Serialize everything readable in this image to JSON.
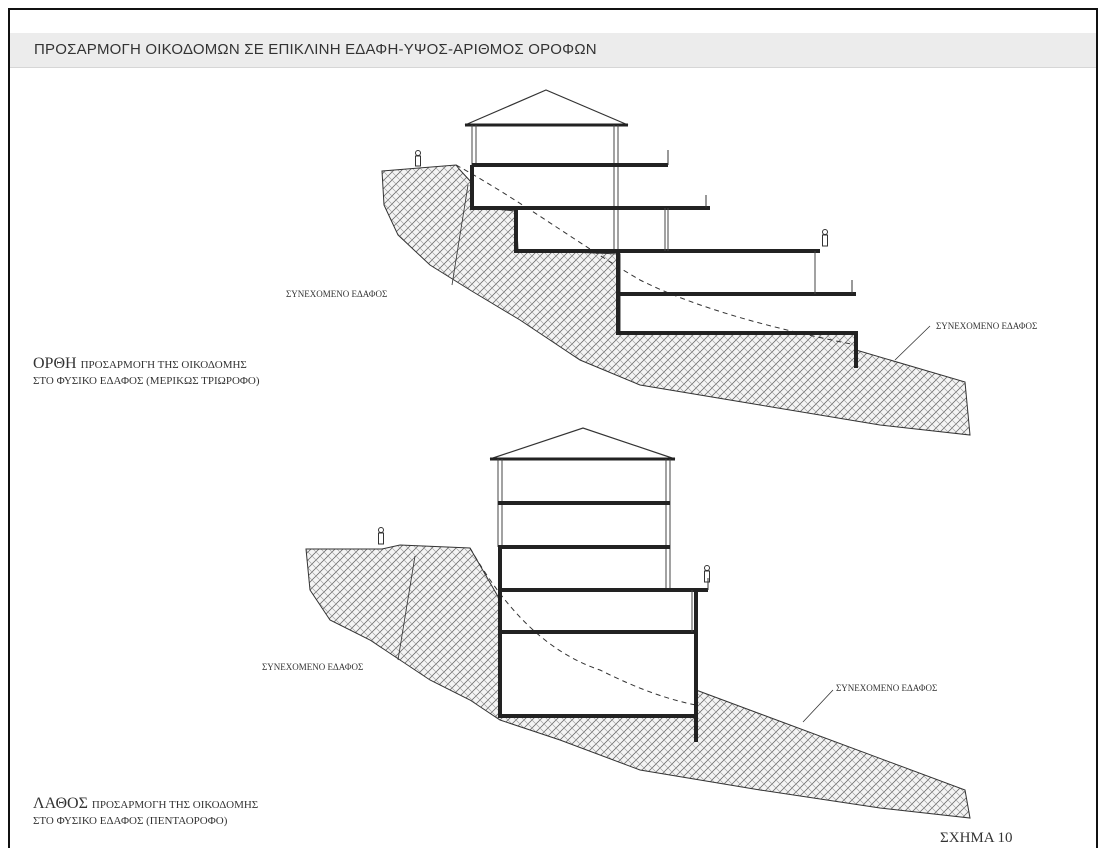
{
  "header": {
    "title": "ΠΡΟΣΑΡΜΟΓΗ ΟΙΚΟΔΟΜΩΝ ΣΕ ΕΠΙΚΛΙΝΗ ΕΔΑΦΗ-ΥΨΟΣ-ΑΡΙΘΜΟΣ ΟΡΟΦΩΝ"
  },
  "diagram_top": {
    "label_left": "ΣΥΝΕΧΟΜΕΝΟ ΕΔΑΦΟΣ",
    "label_right": "ΣΥΝΕΧΟΜΕΝΟ ΕΔΑΦΟΣ",
    "caption_word": "ΟΡΘΗ",
    "caption_rest": "ΠΡΟΣΑΡΜΟΓΗ ΤΗΣ ΟΙΚΟΔΟΜΗΣ",
    "caption_line2": "ΣΤΟ ΦΥΣΙΚΟ ΕΔΑΦΟΣ (ΜΕΡΙΚΩΣ ΤΡΙΩΡΟΦΟ)"
  },
  "diagram_bottom": {
    "label_left": "ΣΥΝΕΧΟΜΕΝΟ ΕΔΑΦΟΣ",
    "label_right": "ΣΥΝΕΧΟΜΕΝΟ ΕΔΑΦΟΣ",
    "caption_word": "ΛΑΘΟΣ",
    "caption_rest": "ΠΡΟΣΑΡΜΟΓΗ ΤΗΣ ΟΙΚΟΔΟΜΗΣ",
    "caption_line2": "ΣΤΟ ΦΥΣΙΚΟ ΕΔΑΦΟΣ (ΠΕΝΤΑΟΡΟΦΟ)"
  },
  "figure_number": "ΣΧΗΜΑ 10"
}
